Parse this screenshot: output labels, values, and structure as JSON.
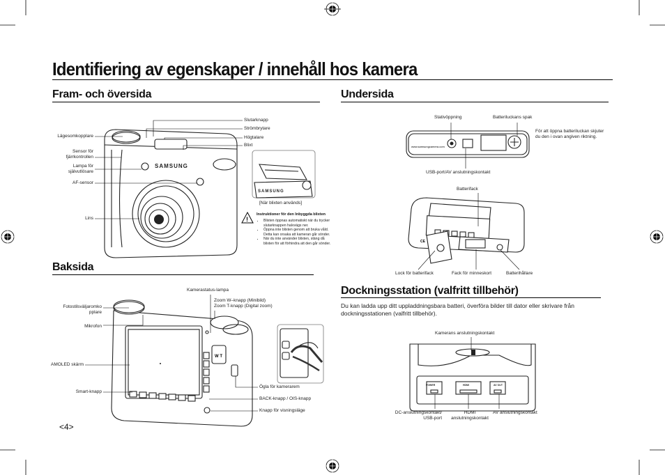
{
  "page": {
    "title": "Identifiering av egenskaper / innehåll hos kamera",
    "page_number": "<4>"
  },
  "sections": {
    "front": {
      "heading": "Fram- och översida",
      "labels": {
        "mode_dial": "Lägesomkopplare",
        "remote_sensor": "Sensor för\nfjärrkontrollen",
        "self_timer_lamp": "Lampa för\nsjälvutlösare",
        "af_sensor": "AF-sensor",
        "lens": "Lins",
        "shutter": "Slutarknapp",
        "power": "Strömbrytare",
        "speaker": "Högtalare",
        "flash": "Blixt",
        "flash_in_use": "[När blixten används]"
      },
      "flash_note": {
        "title": "Instruktioner för den Inbyggda blixten",
        "items": [
          "Blixten öppnas automatiskt när du trycker slutarknappen halvvägs ner.",
          "Öppna inte blixten genom att bruka våld. Detta kan orsaka att kameran går sönder.",
          "När du inte använder blixten, stäng då blixten för att förhindra att den går sönder."
        ]
      }
    },
    "back": {
      "heading": "Baksida",
      "labels": {
        "status_lamp": "Kamerastatus-lampa",
        "zoom": "Zoom W–knapp (Minibild)\nZoom T-knapp (Digital zoom)",
        "photo_style": "Fotostilsväljaromko\npplare",
        "mic": "Mikrofon",
        "amoled": "AMOLED skärm",
        "smart": "Smart-knapp",
        "strap": "Ögla för kamerarem",
        "back_ois": "BACK-knapp / OIS-knapp",
        "display_mode": "Knapp för visningsläge"
      }
    },
    "bottom": {
      "heading": "Undersida",
      "labels": {
        "tripod": "Stativöppning",
        "battery_lever": "Batteriluckans spak",
        "battery_note": "För att öppna batteriluckan skjuter\ndu den i ovan angiven riktning.",
        "usb_av": "USB-port/AV anslutningskontakt",
        "battery_slot": "Batterifack",
        "battery_lock": "Lock för batterifack",
        "card_slot": "Fack för minneskort",
        "battery_holder": "Batterihållare"
      }
    },
    "dock": {
      "heading": "Dockningsstation (valfritt tillbehör)",
      "intro": "Du kan ladda upp ditt uppladdningsbara batteri, överföra bilder till dator eller skrivare från\ndockningsstationen (valfritt tillbehör).",
      "labels": {
        "camera_connector": "Kamerans anslutningskontakt",
        "dc_usb": "DC-anslutningskontakt/\nUSB-port",
        "hdmi": "HDMI\nanslutningskontakt",
        "av": "AV anslutningskontakt",
        "power_port": "POWER",
        "hdmi_port": "HDMI",
        "av_port": "AV OUT"
      }
    }
  },
  "brand_on_camera": "SAMSUNG"
}
